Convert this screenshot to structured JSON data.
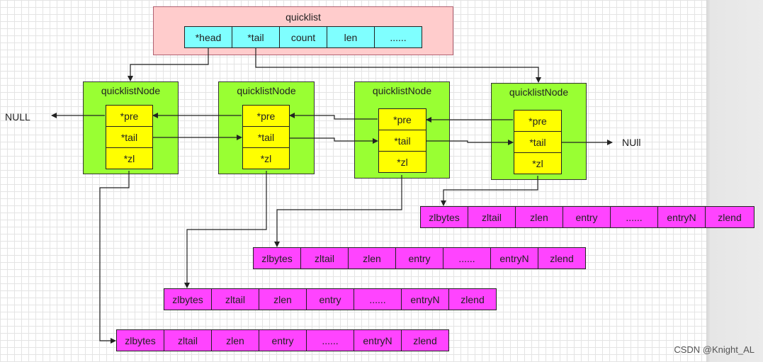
{
  "colors": {
    "quicklist_bg": "#ffcccc",
    "header_cell": "#7fffff",
    "node_bg": "#99ff33",
    "node_cell": "#ffff00",
    "ziplist_cell": "#ff44ff"
  },
  "quicklist": {
    "title": "quicklist",
    "fields": [
      "*head",
      "*tail",
      "count",
      "len",
      "......"
    ]
  },
  "nodes": [
    {
      "title": "quicklistNode",
      "fields": [
        "*pre",
        "*tail",
        "*zl"
      ]
    },
    {
      "title": "quicklistNode",
      "fields": [
        "*pre",
        "*tail",
        "*zl"
      ]
    },
    {
      "title": "quicklistNode",
      "fields": [
        "*pre",
        "*tail",
        "*zl"
      ]
    },
    {
      "title": "quicklistNode",
      "fields": [
        "*pre",
        "*tail",
        "*zl"
      ]
    }
  ],
  "null_left": "NULL",
  "null_right": "NUll",
  "ziplists": [
    [
      "zlbytes",
      "zltail",
      "zlen",
      "entry",
      "......",
      "entryN",
      "zlend"
    ],
    [
      "zlbytes",
      "zltail",
      "zlen",
      "entry",
      "......",
      "entryN",
      "zlend"
    ],
    [
      "zlbytes",
      "zltail",
      "zlen",
      "entry",
      "......",
      "entryN",
      "zlend"
    ],
    [
      "zlbytes",
      "zltail",
      "zlen",
      "entry",
      "......",
      "entryN",
      "zlend"
    ]
  ],
  "watermark": "CSDN @Knight_AL"
}
